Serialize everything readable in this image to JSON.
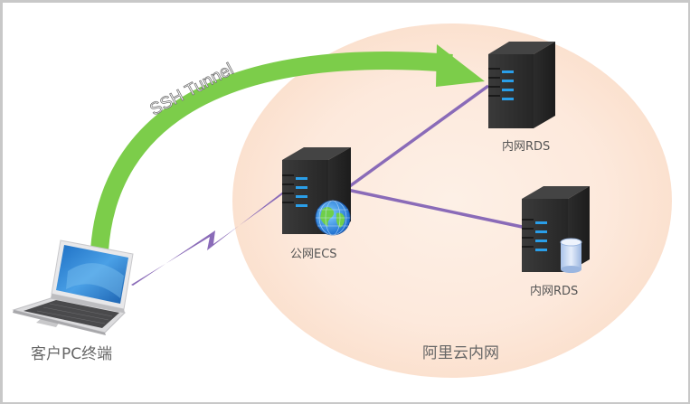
{
  "diagram": {
    "tunnel_label": "SSH Tunnel",
    "zone_label": "阿里云内网",
    "nodes": {
      "client": {
        "label": "客户PC终端",
        "icon": "laptop-icon"
      },
      "ecs": {
        "label": "公网ECS",
        "icon": "server-globe-icon"
      },
      "rds_top": {
        "label": "内网RDS",
        "icon": "server-icon"
      },
      "rds_bottom": {
        "label": "内网RDS",
        "icon": "server-database-icon"
      }
    },
    "colors": {
      "tunnel": "#7ccd4a",
      "link": "#8a6bb8",
      "zone": "#fde9db",
      "server_body": "#2f2f2f",
      "server_led": "#2a9ee8"
    }
  }
}
